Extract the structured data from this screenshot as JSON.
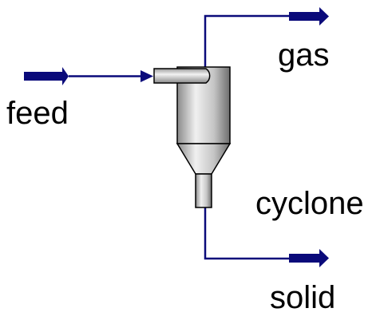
{
  "labels": {
    "feed": "feed",
    "gas": "gas",
    "unit": "cyclone",
    "solid": "solid"
  },
  "colors": {
    "stream": "#0a0a7a",
    "vessel_mid": "#cfcfcf",
    "vessel_dark": "#7a7a7a",
    "outline": "#000000",
    "background": "#ffffff"
  }
}
